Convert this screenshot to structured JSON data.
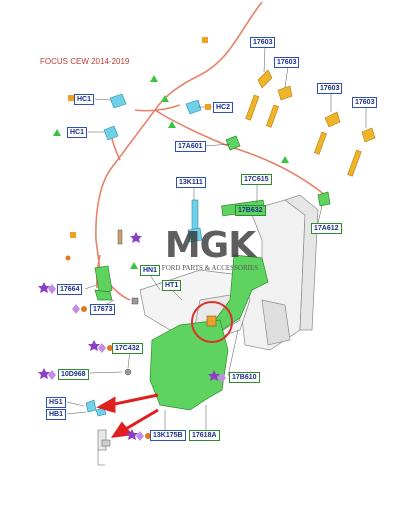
{
  "title": "FOCUS CEW 2014-2019",
  "watermark": {
    "logo_text": "MGK",
    "subtitle": "FORD PARTS & ACCESSORIES"
  },
  "callouts": [
    {
      "id": "c1",
      "text": "17603"
    },
    {
      "id": "c2",
      "text": "17603"
    },
    {
      "id": "c3",
      "text": "17603"
    },
    {
      "id": "c4",
      "text": "17603"
    },
    {
      "id": "c5",
      "text": "HC1"
    },
    {
      "id": "c6",
      "text": "HC2"
    },
    {
      "id": "c7",
      "text": "HC1"
    },
    {
      "id": "c8",
      "text": "17A601"
    },
    {
      "id": "c9",
      "text": "13K111"
    },
    {
      "id": "c10",
      "text": "17C615"
    },
    {
      "id": "c11",
      "text": "17B632"
    },
    {
      "id": "c12",
      "text": "17A612"
    },
    {
      "id": "c13",
      "text": "HN1"
    },
    {
      "id": "c14",
      "text": "HT1"
    },
    {
      "id": "c15",
      "text": "17664"
    },
    {
      "id": "c16",
      "text": "17673"
    },
    {
      "id": "c17",
      "text": "17C432"
    },
    {
      "id": "c18",
      "text": "10D968"
    },
    {
      "id": "c19",
      "text": "17B610"
    },
    {
      "id": "c20",
      "text": "HS1"
    },
    {
      "id": "c21",
      "text": "HB1"
    },
    {
      "id": "c22",
      "text": "13K175B"
    },
    {
      "id": "c23",
      "text": "17618A"
    }
  ],
  "colors": {
    "callout_border_blue": "#2d4fb8",
    "callout_border_green": "#2e8b2e",
    "part_green": "#5fd35f",
    "part_yellow": "#f0b429",
    "part_cyan": "#6fd0e8",
    "hose_orange": "#e8826b",
    "arrow_red": "#e02020",
    "highlight_circle": "#d9342b",
    "title_red": "#c0392b"
  }
}
